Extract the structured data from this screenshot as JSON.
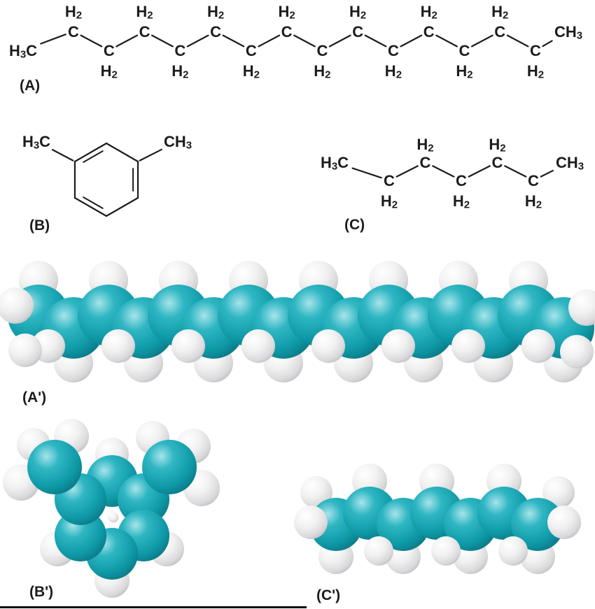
{
  "colors": {
    "bond": "#1c1c1c",
    "carbon_gradient": [
      "#a7e4ea",
      "#2fb6c3",
      "#0f9aa8",
      "#0a7380"
    ],
    "hydrogen_gradient": [
      "#ffffff",
      "#f1f1f2",
      "#d9d9db",
      "#b9b9bc"
    ]
  },
  "labels": {
    "a": "(A)",
    "b": "(B)",
    "c": "(C)",
    "a_model": "(A')",
    "b_model": "(B')",
    "c_model": "(C')"
  },
  "atom_text": {
    "h3c": [
      {
        "t": "H"
      },
      {
        "t": "3",
        "sub": true
      },
      {
        "t": "C"
      }
    ],
    "ch3": [
      {
        "t": "CH"
      },
      {
        "t": "3",
        "sub": true
      }
    ],
    "c": [
      {
        "t": "C"
      }
    ],
    "h2": [
      {
        "t": "H"
      },
      {
        "t": "2",
        "sub": true
      }
    ]
  },
  "structures": {
    "chain_a": {
      "ch2_count": 14,
      "left_end": "H3C",
      "right_end": "CH3"
    },
    "ring_b": {
      "ring_size": 6,
      "methyl_count": 2,
      "left_methyl": "H3C",
      "right_methyl": "CH3"
    },
    "chain_c": {
      "ch2_count": 5,
      "left_end": "H3C",
      "right_end": "CH3"
    }
  },
  "models": {
    "a": {
      "carbon_count": 16
    },
    "b": {
      "ring_carbons": 6,
      "methyl_carbons": 2
    },
    "c": {
      "carbon_count": 7
    }
  }
}
